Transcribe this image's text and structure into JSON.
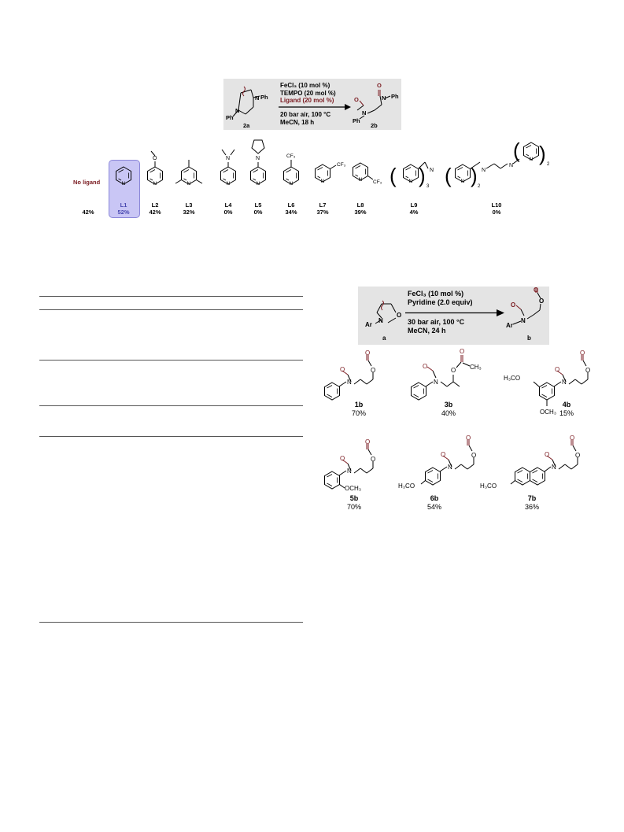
{
  "scheme1": {
    "conditions": [
      "FeCl₃ (10 mol %)",
      "TEMPO (20 mol %)",
      "Ligand (20 mol %)",
      "20 bar air, 100 °C",
      "MeCN, 18 h"
    ],
    "substrate_label": "2a",
    "product_label": "2b",
    "atoms": {
      "n": "N",
      "ph": "Ph",
      "o": "O"
    }
  },
  "ligands": {
    "no_ligand": {
      "label": "No ligand",
      "yield": "42%"
    },
    "items": [
      {
        "label": "L1",
        "yield": "52%"
      },
      {
        "label": "L2",
        "yield": "42%"
      },
      {
        "label": "L3",
        "yield": "32%"
      },
      {
        "label": "L4",
        "yield": "0%"
      },
      {
        "label": "L5",
        "yield": "0%"
      },
      {
        "label": "L6",
        "yield": "34%"
      },
      {
        "label": "L7",
        "yield": "37%"
      },
      {
        "label": "L8",
        "yield": "39%"
      },
      {
        "label": "L9",
        "yield": "4%"
      },
      {
        "label": "L10",
        "yield": "0%"
      }
    ],
    "subs": {
      "cf3": "CF₃",
      "three": "3",
      "two": "2"
    },
    "highlight_color": "#c9c6f5"
  },
  "scheme2": {
    "conditions": [
      "FeCl₃ (10 mol %)",
      "Pyridine (2.0 equiv)",
      "30 bar air, 100 °C",
      "MeCN, 24 h"
    ],
    "substrate_label": "a",
    "product_label": "b",
    "atoms": {
      "ar": "Ar",
      "n": "N",
      "o": "O"
    }
  },
  "products": [
    {
      "label": "1b",
      "yield": "70%"
    },
    {
      "label": "3b",
      "yield": "40%"
    },
    {
      "label": "4b",
      "yield": "15%"
    },
    {
      "label": "5b",
      "yield": "70%"
    },
    {
      "label": "6b",
      "yield": "54%"
    },
    {
      "label": "7b",
      "yield": "36%"
    }
  ],
  "substituents": {
    "ch3": "CH₃",
    "h3co": "H₃CO",
    "och3": "OCH₃"
  },
  "colors": {
    "box": "#e4e4e4",
    "carbonyl_red": "#7a1a20"
  }
}
